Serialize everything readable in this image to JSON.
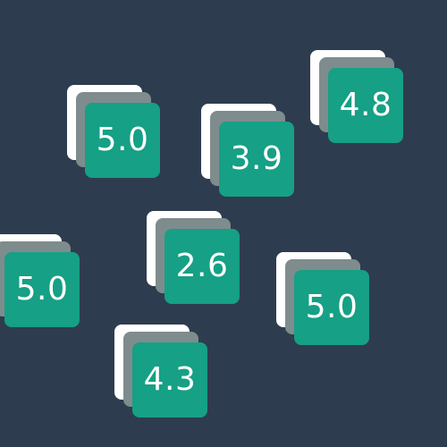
{
  "colors": {
    "background": "#2e3c4f",
    "card_front": "#16a085",
    "card_middle": "#7f8c8d",
    "card_back": "#ffffff",
    "text": "#ffffff"
  },
  "stacks": [
    {
      "value": "5.0"
    },
    {
      "value": "3.9"
    },
    {
      "value": "4.8"
    },
    {
      "value": "2.6"
    },
    {
      "value": "5.0"
    },
    {
      "value": "5.0"
    },
    {
      "value": "4.3"
    }
  ]
}
